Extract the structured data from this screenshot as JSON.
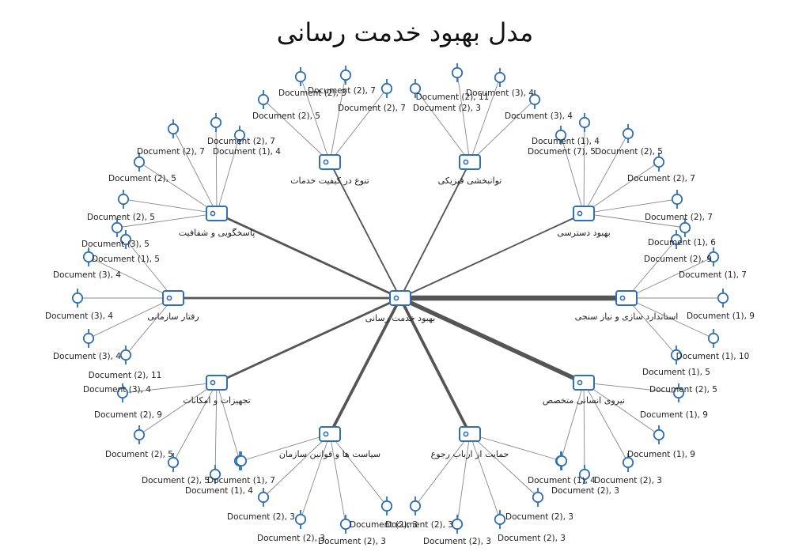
{
  "title": "مدل بهبود خدمت رسانی",
  "colors": {
    "node": "#2e6fb5",
    "line_thin": "#888888",
    "line_thick": "#555555",
    "text": "#222222"
  },
  "icons": {
    "code": "code-node-icon",
    "document": "document-pin-icon"
  },
  "central": {
    "label": "بهبود خدمت رسانی"
  },
  "categories": [
    {
      "label": "تنوع در کیفیت خدمات",
      "weight": 1,
      "docs": [
        "Document (2), 5",
        "Document (2), 3",
        "Document (2), 7",
        "Document (2), 7"
      ]
    },
    {
      "label": "توانبخشی فیزیکی",
      "weight": 1,
      "docs": [
        "Document (2), 3",
        "Document (2), 11",
        "Document (3), 4",
        "Document (3), 4"
      ]
    },
    {
      "label": "پاسخگویی و شفافیت",
      "weight": 2,
      "docs": [
        "Document (1), 4",
        "Document (2), 7",
        "Document (2), 7",
        "Document (2), 5",
        "Document (2), 5",
        "Document (3), 5"
      ]
    },
    {
      "label": "بهبود دسترسی",
      "weight": 1,
      "docs": [
        "Document (1), 4",
        "Document (7), 5",
        "Document (2), 5",
        "Document (2), 7",
        "Document (2), 7",
        "Document (1), 6"
      ]
    },
    {
      "label": "رفتار سازمانی",
      "weight": 2,
      "docs": [
        "Document (1), 5",
        "Document (3), 4",
        "Document (3), 4",
        "Document (3), 4",
        "Document (2), 11"
      ]
    },
    {
      "label": "استاندارد سازی و نیاز سنجی",
      "weight": 6,
      "docs": [
        "Document (2), 9",
        "Document (1), 7",
        "Document (1), 9",
        "Document (1), 10",
        "Document (1), 5"
      ]
    },
    {
      "label": "تجهیزات و امکانات",
      "weight": 2,
      "docs": [
        "Document (3), 4",
        "Document (2), 9",
        "Document (2), 5",
        "Document (2), 5",
        "Document (1), 4"
      ]
    },
    {
      "label": "نیروی انسانی متخصص",
      "weight": 5,
      "docs": [
        "Document (2), 5",
        "Document (1), 9",
        "Document (1), 9",
        "Document (2), 3",
        "Document (1), 4"
      ]
    },
    {
      "label": "سیاست ها و قوانین سازمان",
      "weight": 3,
      "docs": [
        "Document (2), 3",
        "Document (2), 3",
        "Document (2), 3",
        "Document (2), 3",
        "Document (1), 7"
      ]
    },
    {
      "label": "حمایت از ارباب رجوع",
      "weight": 3,
      "docs": [
        "Document (2), 3",
        "Document (2), 3",
        "Document (2), 3",
        "Document (2), 3",
        "Document (2), 3"
      ]
    }
  ]
}
